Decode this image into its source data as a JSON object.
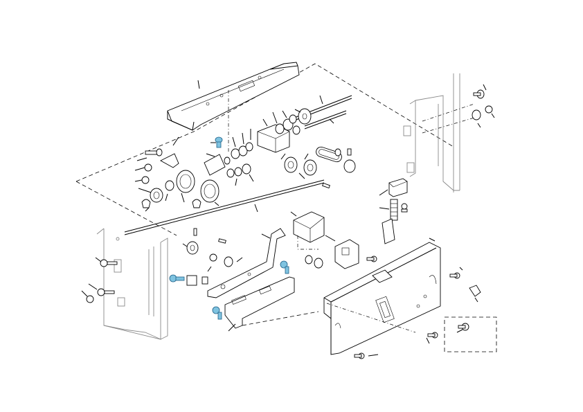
{
  "diagram": {
    "kind": "exploded parts view",
    "colors": {
      "line": "#000000",
      "frame_gray": "#888888",
      "highlight_screw": "#7fc3e0",
      "highlight_stroke": "#1d5f86",
      "background": "#ffffff"
    },
    "highlighted_parts": [
      "blue-screw"
    ],
    "callout_box": "dashed-box-screw"
  }
}
